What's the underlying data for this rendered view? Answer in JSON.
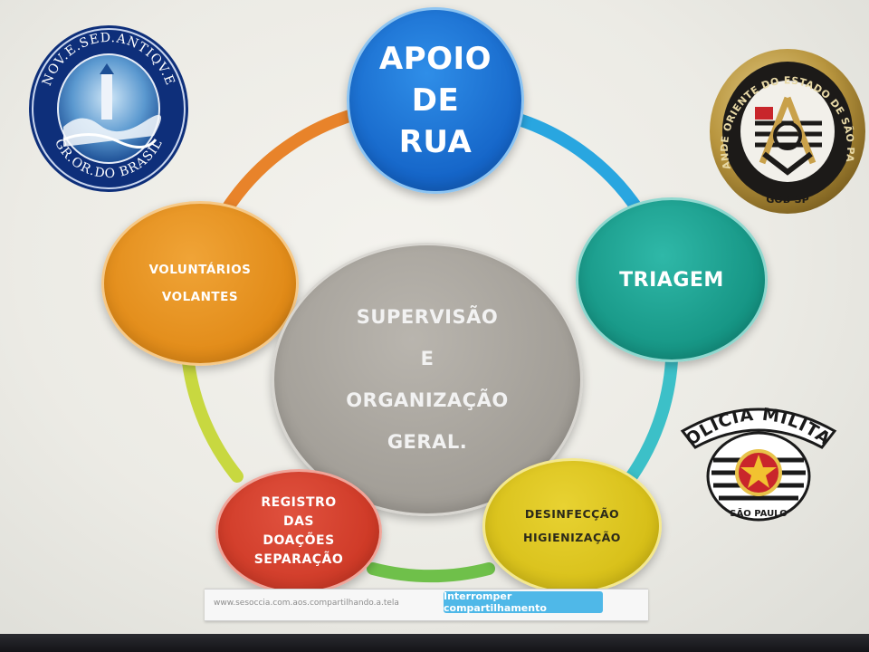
{
  "diagram": {
    "nodes": {
      "apoio": [
        "APOIO",
        "DE",
        "RUA"
      ],
      "triagem": [
        "TRIAGEM"
      ],
      "voluntarios": [
        "VOLUNTÁRIOS",
        "VOLANTES"
      ],
      "supervisao": [
        "SUPERVISÃO",
        "E",
        "ORGANIZAÇÃO",
        "GERAL."
      ],
      "registro": [
        "REGISTRO",
        "DAS",
        "DOAÇÕES",
        "SEPARAÇÃO"
      ],
      "desinfeccao": [
        "DESINFECÇÃO",
        "HIGIENIZAÇÃO"
      ]
    },
    "ring_colors": [
      "#29a6e0",
      "#3cc0c8",
      "#6fc04a",
      "#c8d840",
      "#e8832a"
    ],
    "node_colors": {
      "apoio": "#1565c8",
      "triagem": "#159483",
      "voluntarios": "#e18a17",
      "supervisao": "#a19d96",
      "registro": "#cf3a27",
      "desinfeccao": "#d7bf18"
    }
  },
  "logos": {
    "left": {
      "top_text": "NOV.E.SED.ANTIQV.E",
      "bottom_text": "GR.OR.DO BRASIL",
      "icon": "lighthouse-seal-icon"
    },
    "right": {
      "ring_text": "GRANDE ORIENTE DO ESTADO DE SÃO PAULO",
      "abbr": "GOB-SP",
      "icon": "square-compass-icon"
    },
    "pm": {
      "title": "POLICIA MILITAR",
      "subtitle": "SÃO PAULO",
      "icon": "star-badge-icon"
    }
  },
  "share_bar": {
    "text": "www.sesoccia.com.aos.compartilhando.a.tela",
    "button_label": "Interromper compartilhamento"
  }
}
